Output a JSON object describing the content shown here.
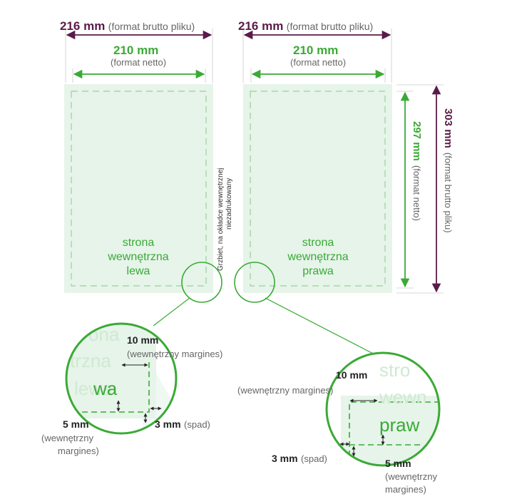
{
  "colors": {
    "purple": "#5a1b4a",
    "green": "#3aaa35",
    "page_fill": "#e6f4ea",
    "dashed": "#9bd19b",
    "text_gray": "#666666"
  },
  "top": {
    "left_gross_value": "216 mm",
    "left_gross_note": "(format brutto pliku)",
    "right_gross_value": "216 mm",
    "right_gross_note": "(format brutto pliku)",
    "left_net_value": "210 mm",
    "left_net_note": "(format netto)",
    "right_net_value": "210 mm",
    "right_net_note": "(format netto)"
  },
  "side": {
    "net_height_value": "297 mm",
    "net_height_note": "(format netto)",
    "gross_height_value": "303 mm",
    "gross_height_note": "(format brutto pliku)"
  },
  "spine": {
    "line1": "Grzbiet, na okładce wewnętrznej",
    "line2": "niezadrukowany"
  },
  "pages": {
    "left_label": [
      "strona",
      "wewnętrzna",
      "lewa"
    ],
    "right_label": [
      "strona",
      "wewnętrzna",
      "prawa"
    ]
  },
  "zoom_left": {
    "bg_text": [
      "ona",
      "trzna",
      "lewa"
    ],
    "inner_margin_value": "10 mm",
    "inner_margin_note": "(wewnętrzny margines)",
    "bottom_margin_value": "5 mm",
    "bottom_margin_note1": "(wewnętrzny",
    "bottom_margin_note2": "margines)",
    "bleed_value": "3 mm",
    "bleed_note": "(spad)"
  },
  "zoom_right": {
    "bg_text": [
      "stro",
      "wewn",
      "praw"
    ],
    "inner_margin_value": "10 mm",
    "inner_margin_note": "(wewnętrzny margines)",
    "bottom_margin_value": "5 mm",
    "bottom_margin_note1": "(wewnętrzny",
    "bottom_margin_note2": "margines)",
    "bleed_value": "3 mm",
    "bleed_note": "(spad)"
  }
}
